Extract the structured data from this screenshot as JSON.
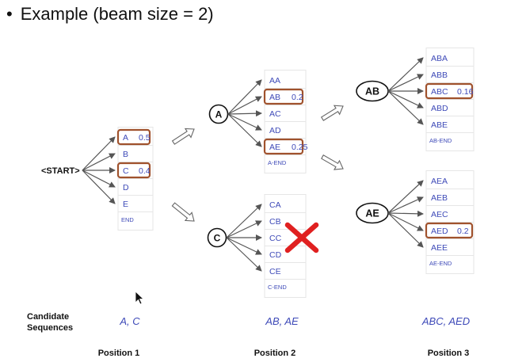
{
  "slide": {
    "bullet": "•",
    "heading": "Example (beam size = 2)"
  },
  "start": {
    "label": "<START>"
  },
  "level1": {
    "tokens": [
      {
        "text": "A",
        "prob": "0.5",
        "selected": true
      },
      {
        "text": "B",
        "prob": "",
        "selected": false
      },
      {
        "text": "C",
        "prob": "0.4",
        "selected": true
      },
      {
        "text": "D",
        "prob": "",
        "selected": false
      },
      {
        "text": "E",
        "prob": "",
        "selected": false
      }
    ],
    "end": "END"
  },
  "node_a": {
    "label": "A",
    "tokens": [
      {
        "text": "AA",
        "prob": "",
        "selected": false
      },
      {
        "text": "AB",
        "prob": "0.2",
        "selected": true
      },
      {
        "text": "AC",
        "prob": "",
        "selected": false
      },
      {
        "text": "AD",
        "prob": "",
        "selected": false
      },
      {
        "text": "AE",
        "prob": "0.25",
        "selected": true
      }
    ],
    "end": "A-END"
  },
  "node_c": {
    "label": "C",
    "pruned": true,
    "tokens": [
      {
        "text": "CA",
        "prob": "",
        "selected": false
      },
      {
        "text": "CB",
        "prob": "",
        "selected": false
      },
      {
        "text": "CC",
        "prob": "",
        "selected": false
      },
      {
        "text": "CD",
        "prob": "",
        "selected": false
      },
      {
        "text": "CE",
        "prob": "",
        "selected": false
      }
    ],
    "end": "C-END"
  },
  "node_ab": {
    "label": "AB",
    "tokens": [
      {
        "text": "ABA",
        "prob": "",
        "selected": false
      },
      {
        "text": "ABB",
        "prob": "",
        "selected": false
      },
      {
        "text": "ABC",
        "prob": "0.16",
        "selected": true
      },
      {
        "text": "ABD",
        "prob": "",
        "selected": false
      },
      {
        "text": "ABE",
        "prob": "",
        "selected": false
      }
    ],
    "end": "AB-END"
  },
  "node_ae": {
    "label": "AE",
    "tokens": [
      {
        "text": "AEA",
        "prob": "",
        "selected": false
      },
      {
        "text": "AEB",
        "prob": "",
        "selected": false
      },
      {
        "text": "AEC",
        "prob": "",
        "selected": false
      },
      {
        "text": "AED",
        "prob": "0.2",
        "selected": true
      },
      {
        "text": "AEE",
        "prob": "",
        "selected": false
      }
    ],
    "end": "AE-END"
  },
  "candidates": {
    "title_line1": "Candidate",
    "title_line2": "Sequences",
    "position1": "A, C",
    "position2": "AB, AE",
    "position3": "ABC, AED"
  },
  "positions": {
    "p1": "Position 1",
    "p2": "Position 2",
    "p3": "Position 3"
  },
  "colors": {
    "token_text": "#3e4ab8",
    "selected_border": "#a0522d",
    "prune_x": "#e02020",
    "grid_line": "#e6e6e6"
  }
}
